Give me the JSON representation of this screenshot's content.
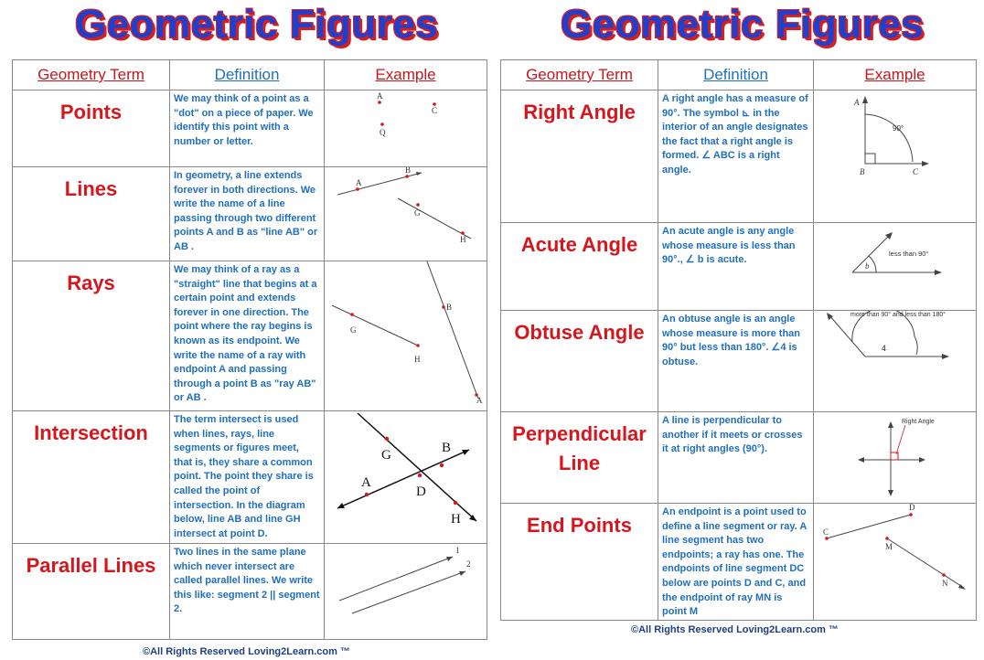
{
  "left": {
    "title": "Geometric Figures",
    "headers": {
      "term": "Geometry Term",
      "definition": "Definition",
      "example": "Example"
    },
    "rows": [
      {
        "term": "Points",
        "definition": "We may think of a point as a \"dot\" on a piece of paper. We identify this point with a number or letter.",
        "labels": [
          "A",
          "C",
          "Q"
        ]
      },
      {
        "term": "Lines",
        "definition": "In geometry, a line extends forever in both directions. We write the name of a line passing through two different points A and B as \"line AB\" or AB .",
        "labels": [
          "B",
          "B",
          "A",
          "G",
          "H"
        ]
      },
      {
        "term": "Rays",
        "definition": "We may think of a ray as a \"straight\" line that begins at a certain point and extends forever in one direction. The point where the ray begins is known as its endpoint. We write the name of a ray with endpoint A and passing through a point B as \"ray AB\" or AB .",
        "labels": [
          "B",
          "G",
          "H",
          "A"
        ]
      },
      {
        "term": "Intersection",
        "definition": "The term intersect is used when lines, rays, line segments or figures meet, that is, they share a common point. The point they share is called the point of intersection.  In the diagram below, line AB and line GH intersect at point D.",
        "labels": [
          "G",
          "B",
          "A",
          "D",
          "H"
        ]
      },
      {
        "term": "Parallel Lines",
        "definition": "Two lines in the same plane which never intersect are called parallel lines.    We write this like: segment 2 || segment 2.",
        "labels": [
          "1",
          "2"
        ]
      }
    ],
    "footer": "©All Rights Reserved Loving2Learn.com ™"
  },
  "right": {
    "title": "Geometric Figures",
    "headers": {
      "term": "Geometry Term",
      "definition": "Definition",
      "example": "Example"
    },
    "rows": [
      {
        "term": "Right Angle",
        "definition": "A right angle has a measure of 90°. The symbol ⊾ in the interior of an angle designates the fact that a right angle is formed.   ∠ ABC is a right angle.",
        "labels": [
          "A",
          "90°",
          "B",
          "C"
        ]
      },
      {
        "term": "Acute Angle",
        "definition": "An acute angle is any angle whose measure is less than 90°., ∠ b is acute.",
        "labels": [
          "less than 90°",
          "b"
        ]
      },
      {
        "term": "Obtuse Angle",
        "definition": "An obtuse angle is an angle whose measure is more than 90° but less than 180°.  ∠4 is obtuse.",
        "labels": [
          "more than 90° and less than 180°",
          "4"
        ]
      },
      {
        "term": "Perpendicular Line",
        "definition": "A line is perpendicular to another if it meets or crosses it at right angles (90°).",
        "labels": [
          "Right Angle"
        ]
      },
      {
        "term": "End Points",
        "definition": "An endpoint is a point used to define a line segment or ray. A line segment has two endpoints; a ray has one. The endpoints of line segment DC below are points D and C, and the endpoint of ray MN is point M",
        "labels": [
          "D",
          "C",
          "M",
          "N"
        ]
      }
    ],
    "footer": "©All Rights Reserved Loving2Learn.com ™"
  }
}
